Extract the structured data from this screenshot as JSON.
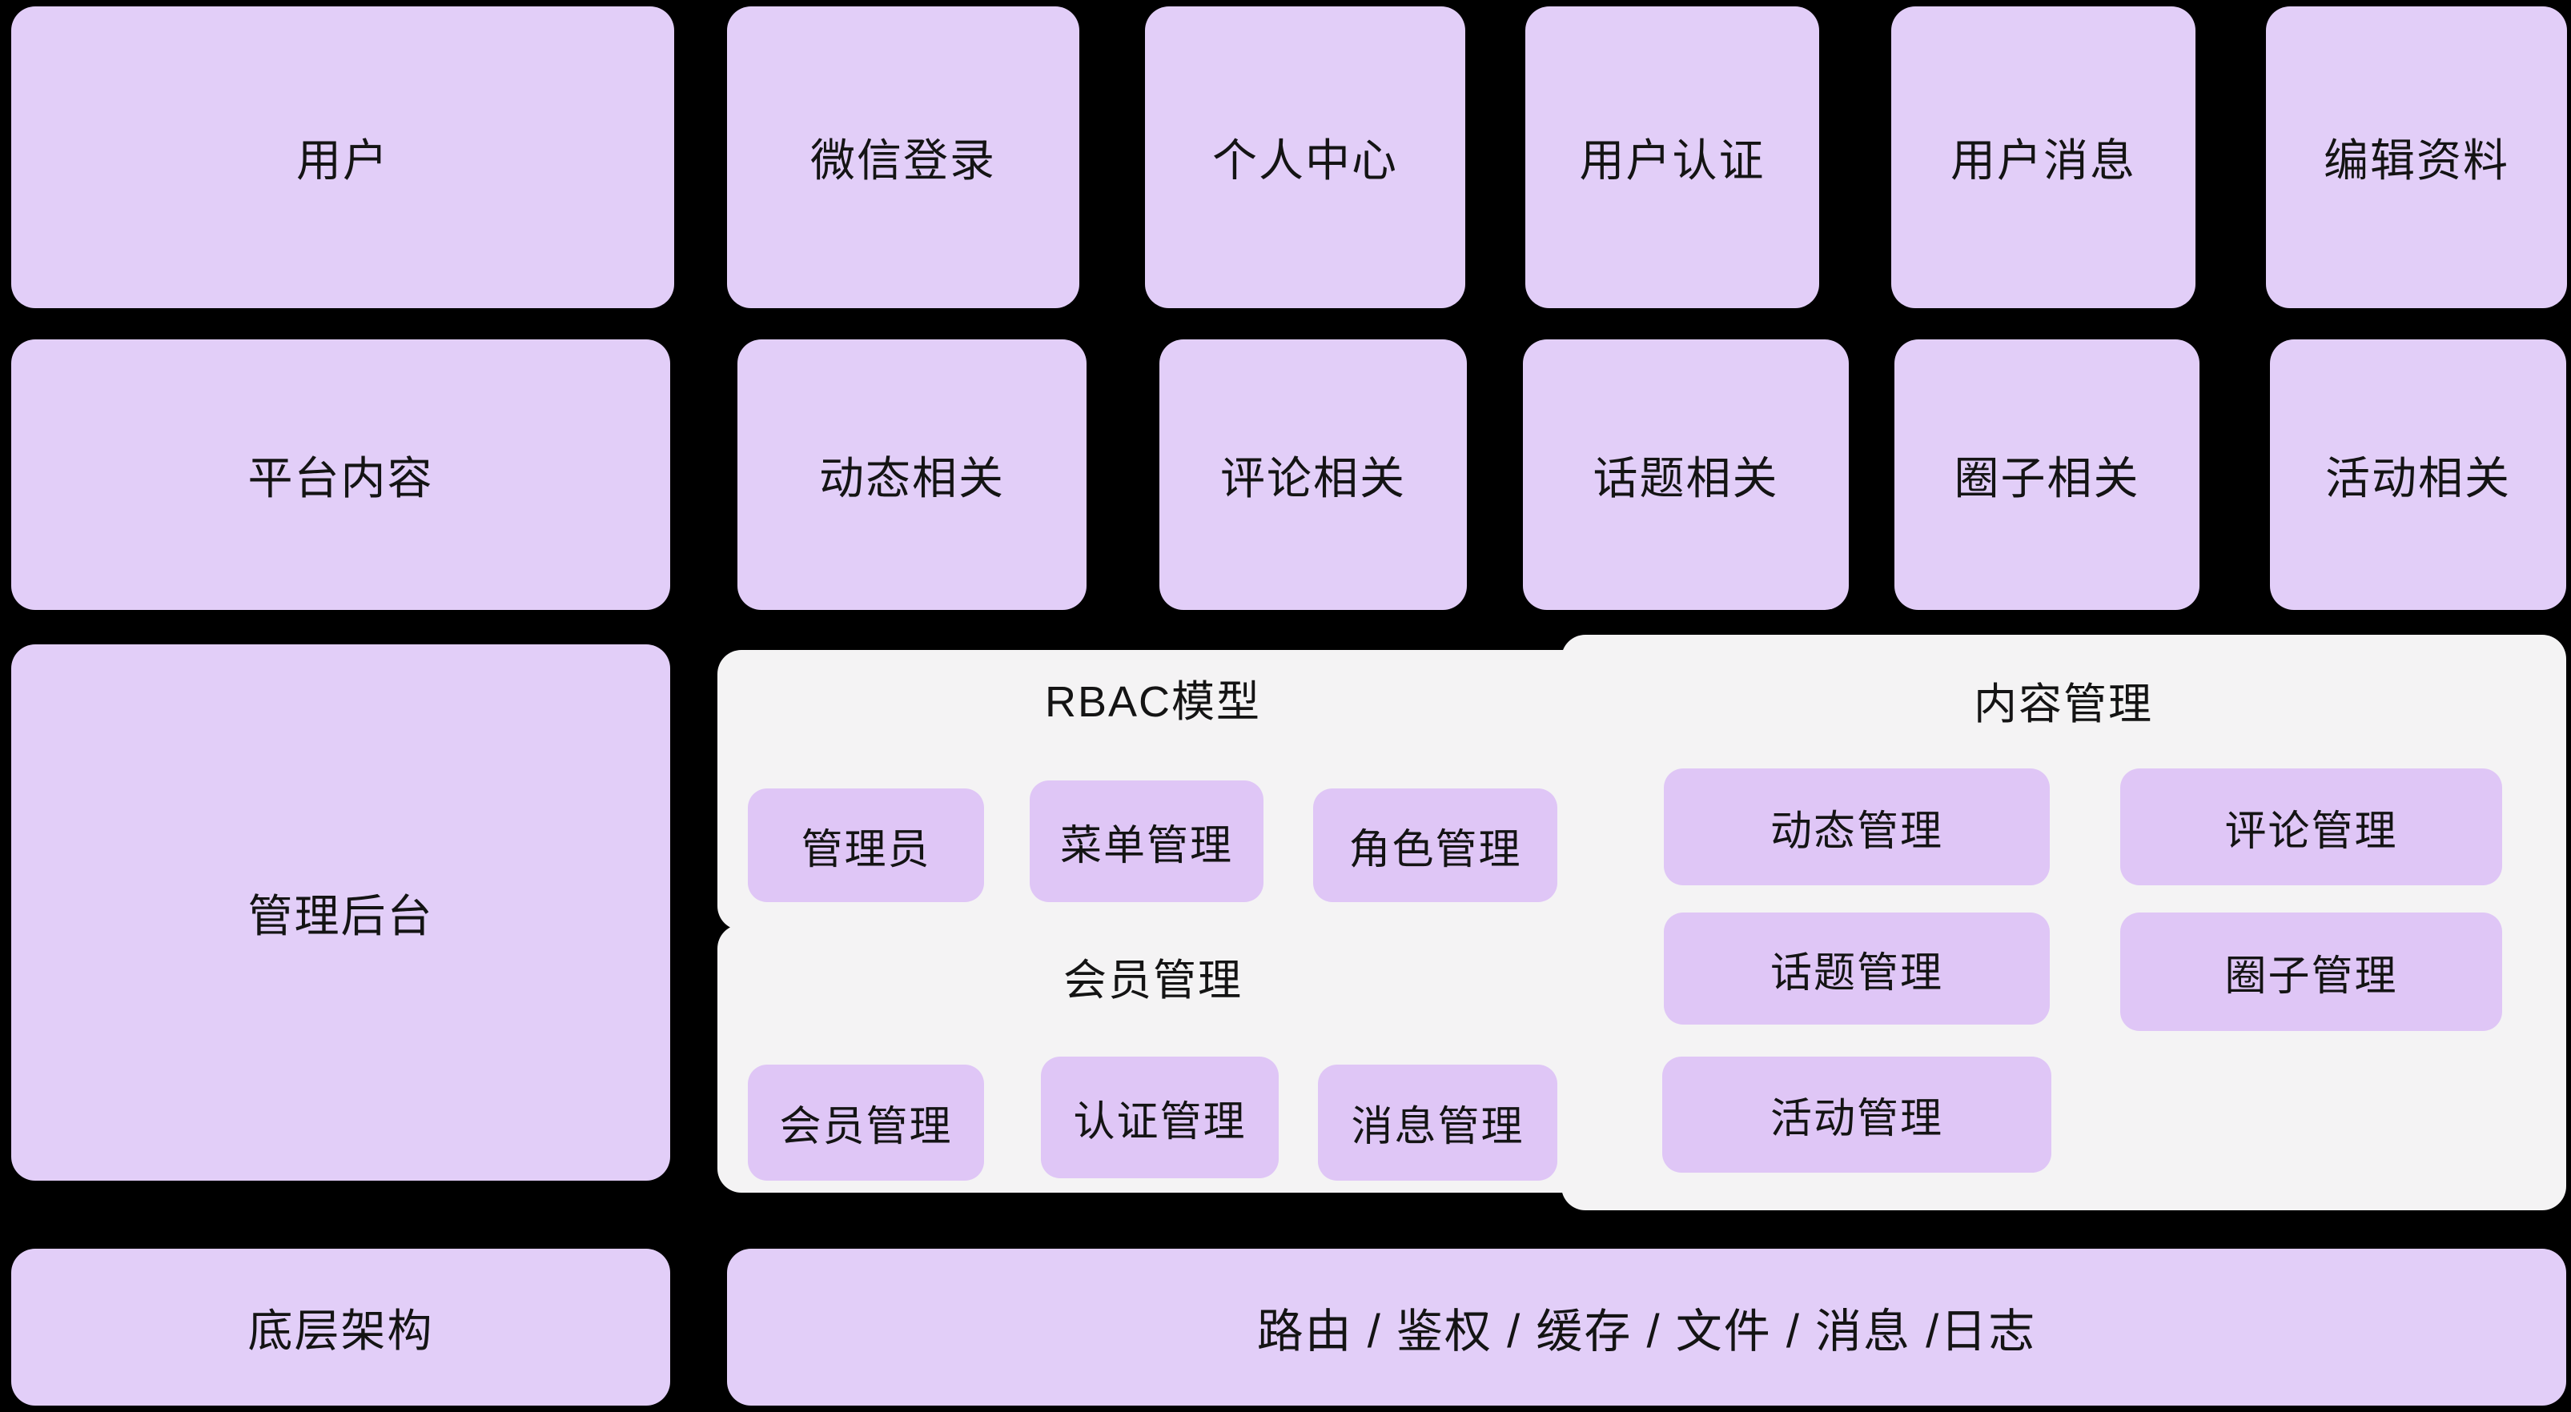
{
  "colors": {
    "background": "#000000",
    "node_fill": "#e2cef8",
    "button_fill": "#dfc6f6",
    "panel_fill": "#f4f3f4",
    "text": "#141414"
  },
  "rows": {
    "row1": {
      "category": "用户",
      "items": [
        "微信登录",
        "个人中心",
        "用户认证",
        "用户消息",
        "编辑资料"
      ]
    },
    "row2": {
      "category": "平台内容",
      "items": [
        "动态相关",
        "评论相关",
        "话题相关",
        "圈子相关",
        "活动相关"
      ]
    },
    "row3": {
      "category": "管理后台",
      "rbac_panel": {
        "title": "RBAC模型",
        "buttons": [
          "管理员",
          "菜单管理",
          "角色管理"
        ]
      },
      "member_panel": {
        "title": "会员管理",
        "buttons": [
          "会员管理",
          "认证管理",
          "消息管理"
        ]
      },
      "content_panel": {
        "title": "内容管理",
        "buttons": [
          "动态管理",
          "评论管理",
          "话题管理",
          "圈子管理",
          "活动管理"
        ]
      }
    },
    "row4": {
      "category": "底层架构",
      "bar": "路由 / 鉴权 / 缓存 / 文件 / 消息 /日志"
    }
  }
}
